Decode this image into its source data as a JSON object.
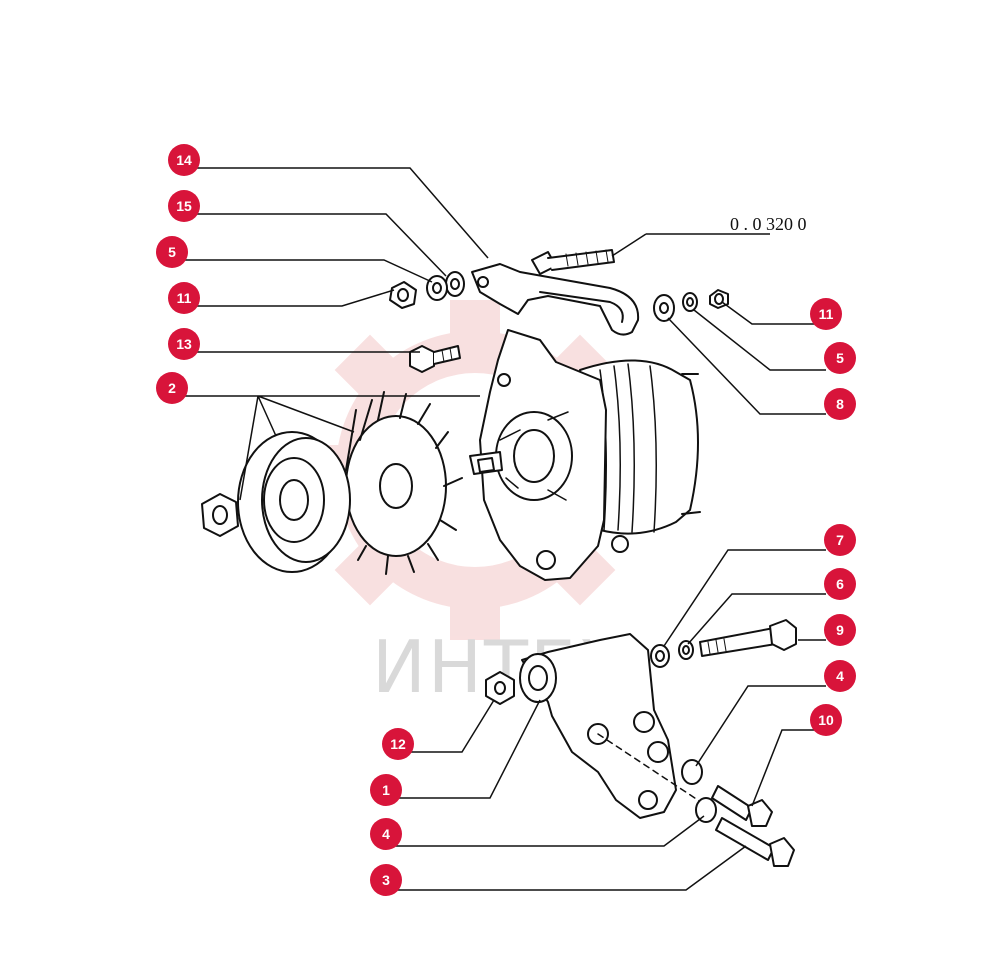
{
  "figure": {
    "reference_code": "0 . 0 320 0",
    "watermark": "ИНТЕХ"
  },
  "callouts": [
    "14",
    "15",
    "5",
    "11",
    "13",
    "2",
    "11",
    "5",
    "8",
    "7",
    "6",
    "9",
    "4",
    "10",
    "12",
    "1",
    "4",
    "3"
  ],
  "colors": {
    "callout_fill": "#d8143a",
    "callout_text": "#ffffff",
    "line": "#111111",
    "watermark": "#f4c7c7"
  }
}
